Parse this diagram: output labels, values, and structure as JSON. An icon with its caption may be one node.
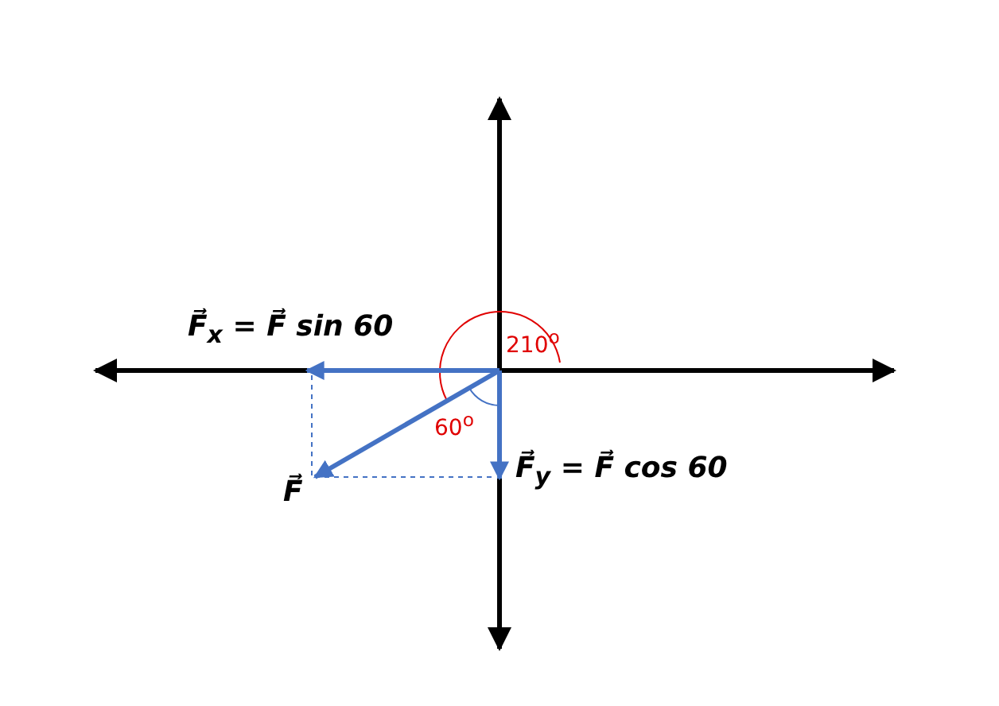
{
  "diagram": {
    "labels": [
      "F⃗$_{x}$ = F⃗ sin 60",
      "210$^{o}$",
      "60$^{o}$",
      "F⃗$_{y}$ = F⃗ cos 60",
      "F⃗"
    ]
  }
}
